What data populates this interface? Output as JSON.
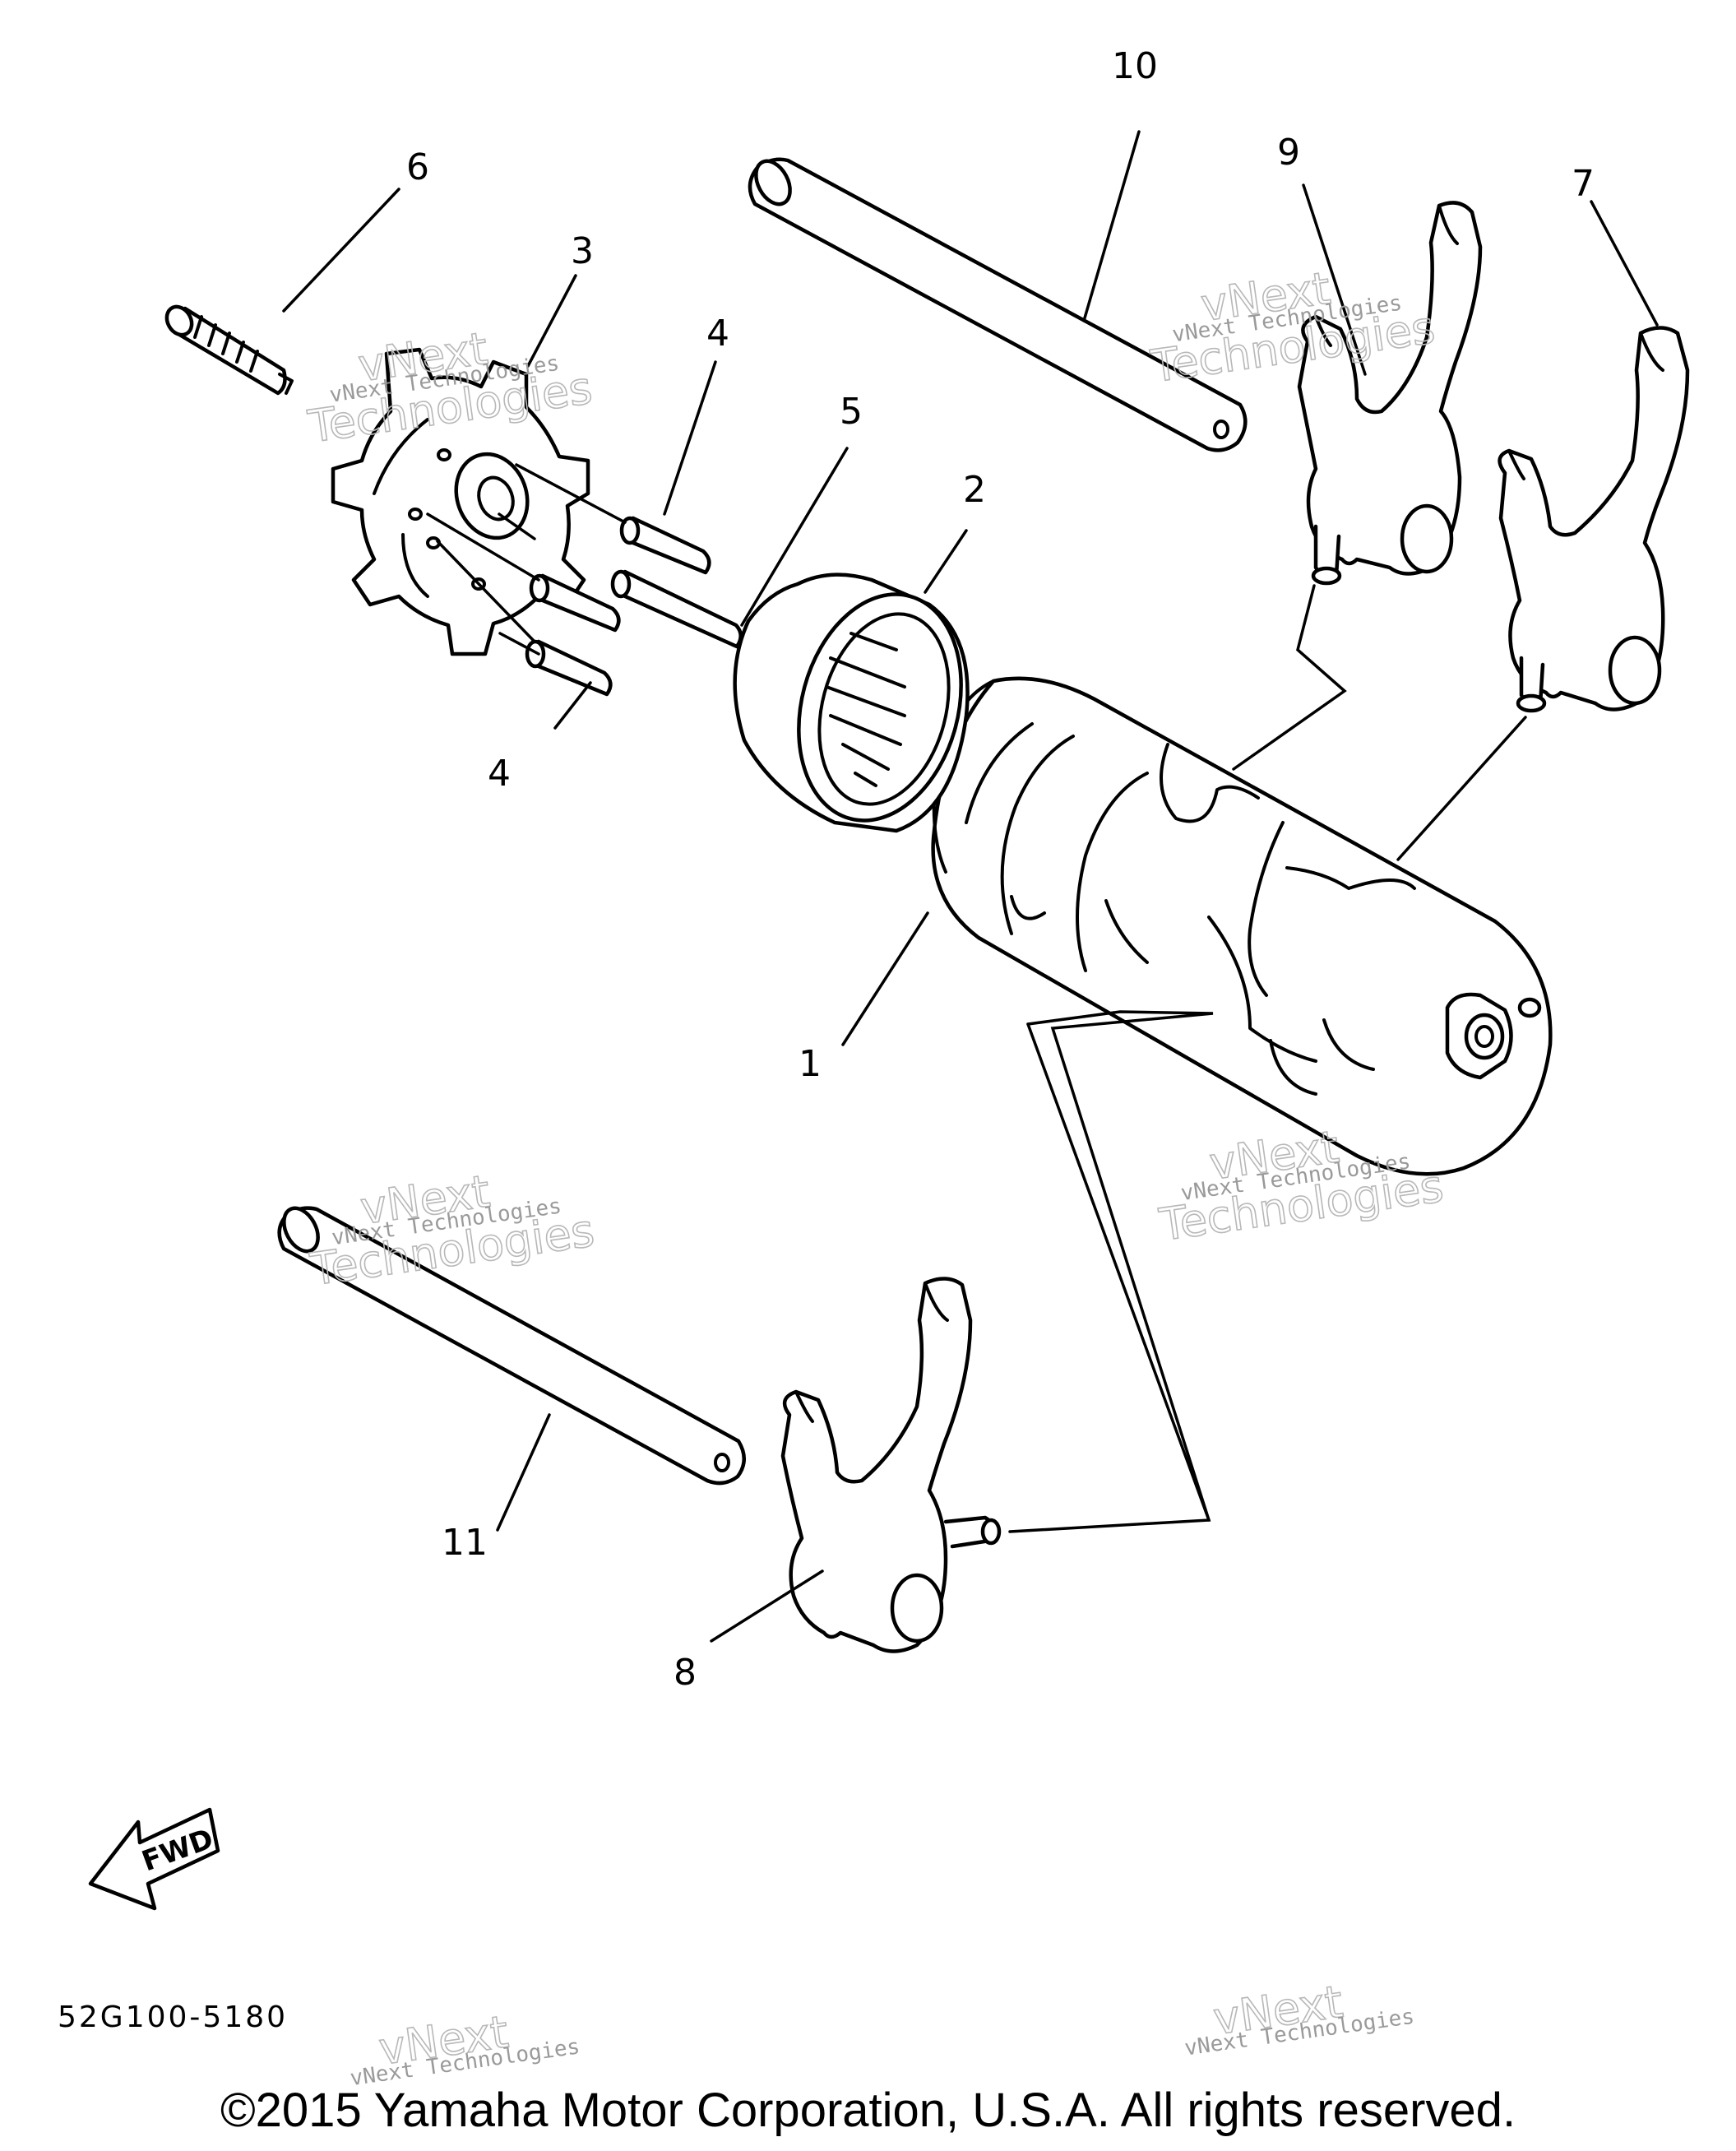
{
  "callouts": [
    "1",
    "2",
    "3",
    "4",
    "4",
    "5",
    "6",
    "7",
    "8",
    "9",
    "10",
    "11"
  ],
  "direction_label": "FWD",
  "part_code": "52G100-5180",
  "watermark": {
    "line1": "vNext Technologies",
    "line2": "vNext",
    "line3": "Technologies"
  },
  "copyright": "©2015 Yamaha Motor Corporation, U.S.A. All rights reserved."
}
